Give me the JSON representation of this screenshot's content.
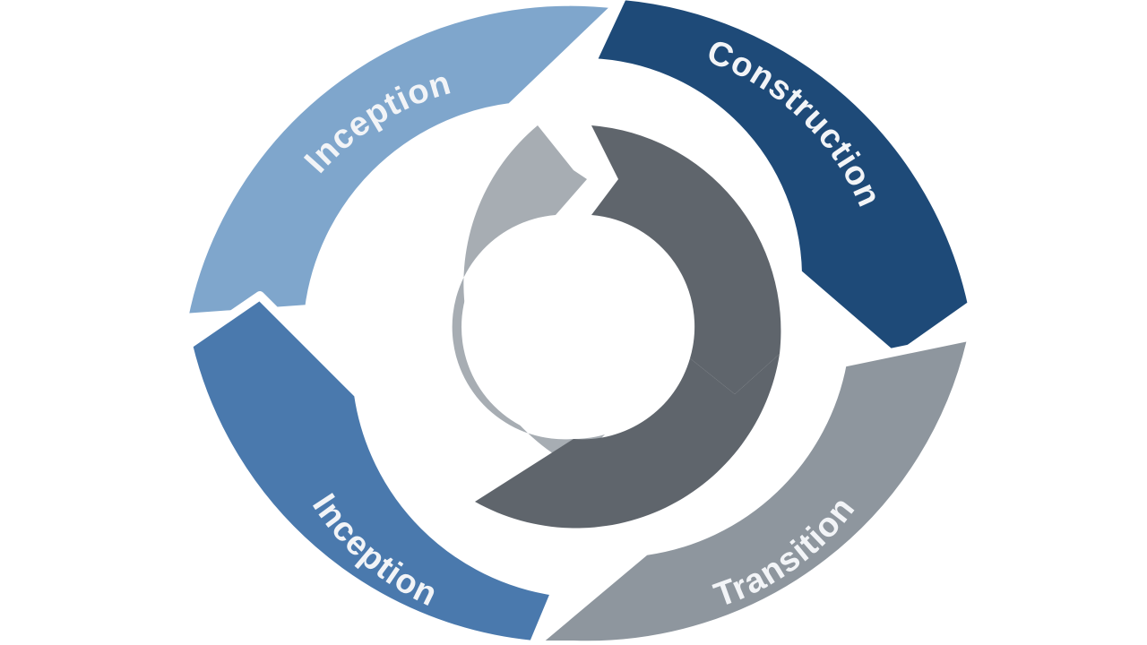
{
  "diagram": {
    "phases": [
      {
        "id": "top-left",
        "label": "Inception",
        "color": "#7fa6cc"
      },
      {
        "id": "top-right",
        "label": "Construction",
        "color": "#1e4a78"
      },
      {
        "id": "bottom-right",
        "label": "Transition",
        "color": "#8e969e"
      },
      {
        "id": "bottom-left",
        "label": "Inception",
        "color": "#4a79ad"
      }
    ],
    "inner_ring": {
      "light_color": "#a7adb3",
      "dark_color": "#5f656c"
    },
    "background": "#ffffff"
  }
}
